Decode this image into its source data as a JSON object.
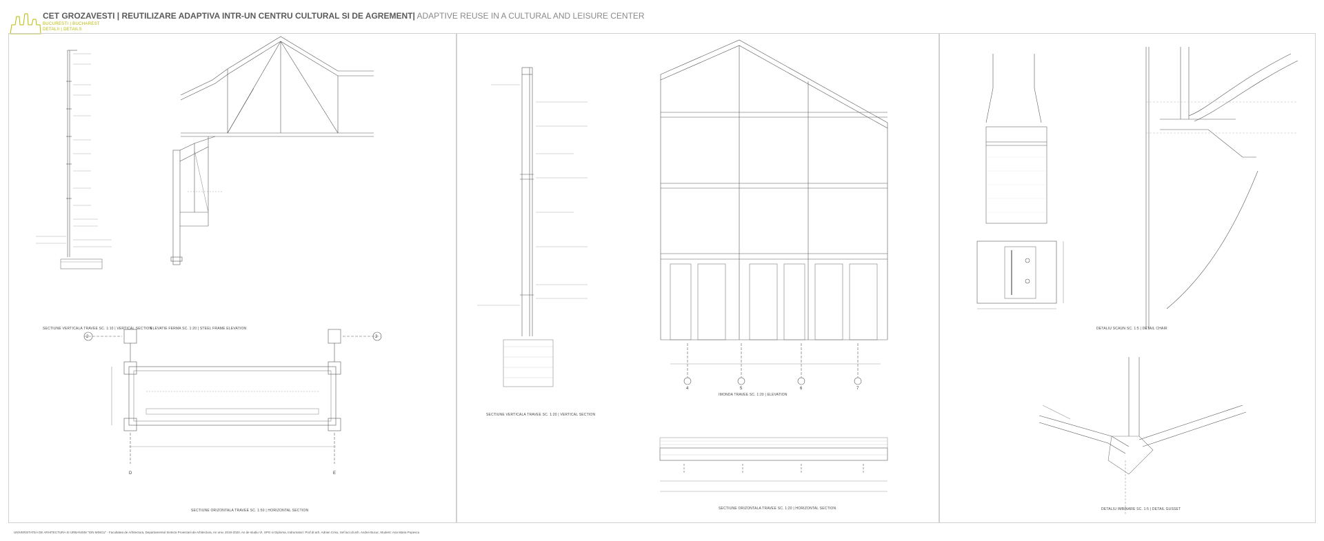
{
  "header": {
    "title_main": "CET GROZAVESTI | REUTILIZARE ADAPTIVA INTR-UN CENTRU CULTURAL SI DE AGREMENT",
    "title_sep": "|",
    "title_en": " ADAPTIVE REUSE IN A CULTURAL AND LEISURE CENTER",
    "subtitle_1": "BUCURESTI | BUCHAREST",
    "subtitle_2": "DETALII | DETAILS"
  },
  "captions": {
    "vertical_section_1": "SECTIUNE VERTICALA TRAVEE SC. 1:10 | VERTICAL SECTION",
    "steel_frame_elevation": "ELEVATIE FERMA SC. 1:20 | STEEL FRAME ELEVATION",
    "horizontal_section_1": "SECTIUNE ORIZONTALA TRAVEE SC. 1:50 | HORIZONTAL SECTION",
    "vertical_section_2": "SECTIUNE VERTICALA TRAVEE SC. 1:20 | VERTICAL SECTION",
    "elevation": "IMONDA TRAVEE SC. 1:20 | ELEVATION",
    "horizontal_section_2": "SECTIUNE ORIZONTALA TRAVEE SC. 1:20 | HORIZONTAL SECTION",
    "detail_chair": "DETALIU SCAUN SC. 1:5 | DETAIL CHAIR",
    "detail_gusset": "DETALIU IMBINARE SC. 1:5 | DETAIL GUSSET"
  },
  "axis_labels": {
    "left_2a": "2",
    "left_2b": "2",
    "left_D": "D",
    "left_E": "E",
    "mid_4": "4",
    "mid_5": "5",
    "mid_6": "6",
    "mid_7": "7"
  },
  "footer": "UNIVERSITATEA DE ARHITECTURA SI URBANISM \"ION MINCU\" - Facultatea de Arhitectura, Departamentul Sinteza Proiectarii de Arhitectura, An univ. 2019-2020, An de studiu VI, SPG si Diploma, Indrumatori: Prof.dr.arh. Adrian Crisu, Sef.lucr.dr.arh. Andrei Bucur, Student: Ana Maria Popescu",
  "colors": {
    "accent": "#b9b800",
    "line": "#555555",
    "frame": "#d0d0d0"
  }
}
